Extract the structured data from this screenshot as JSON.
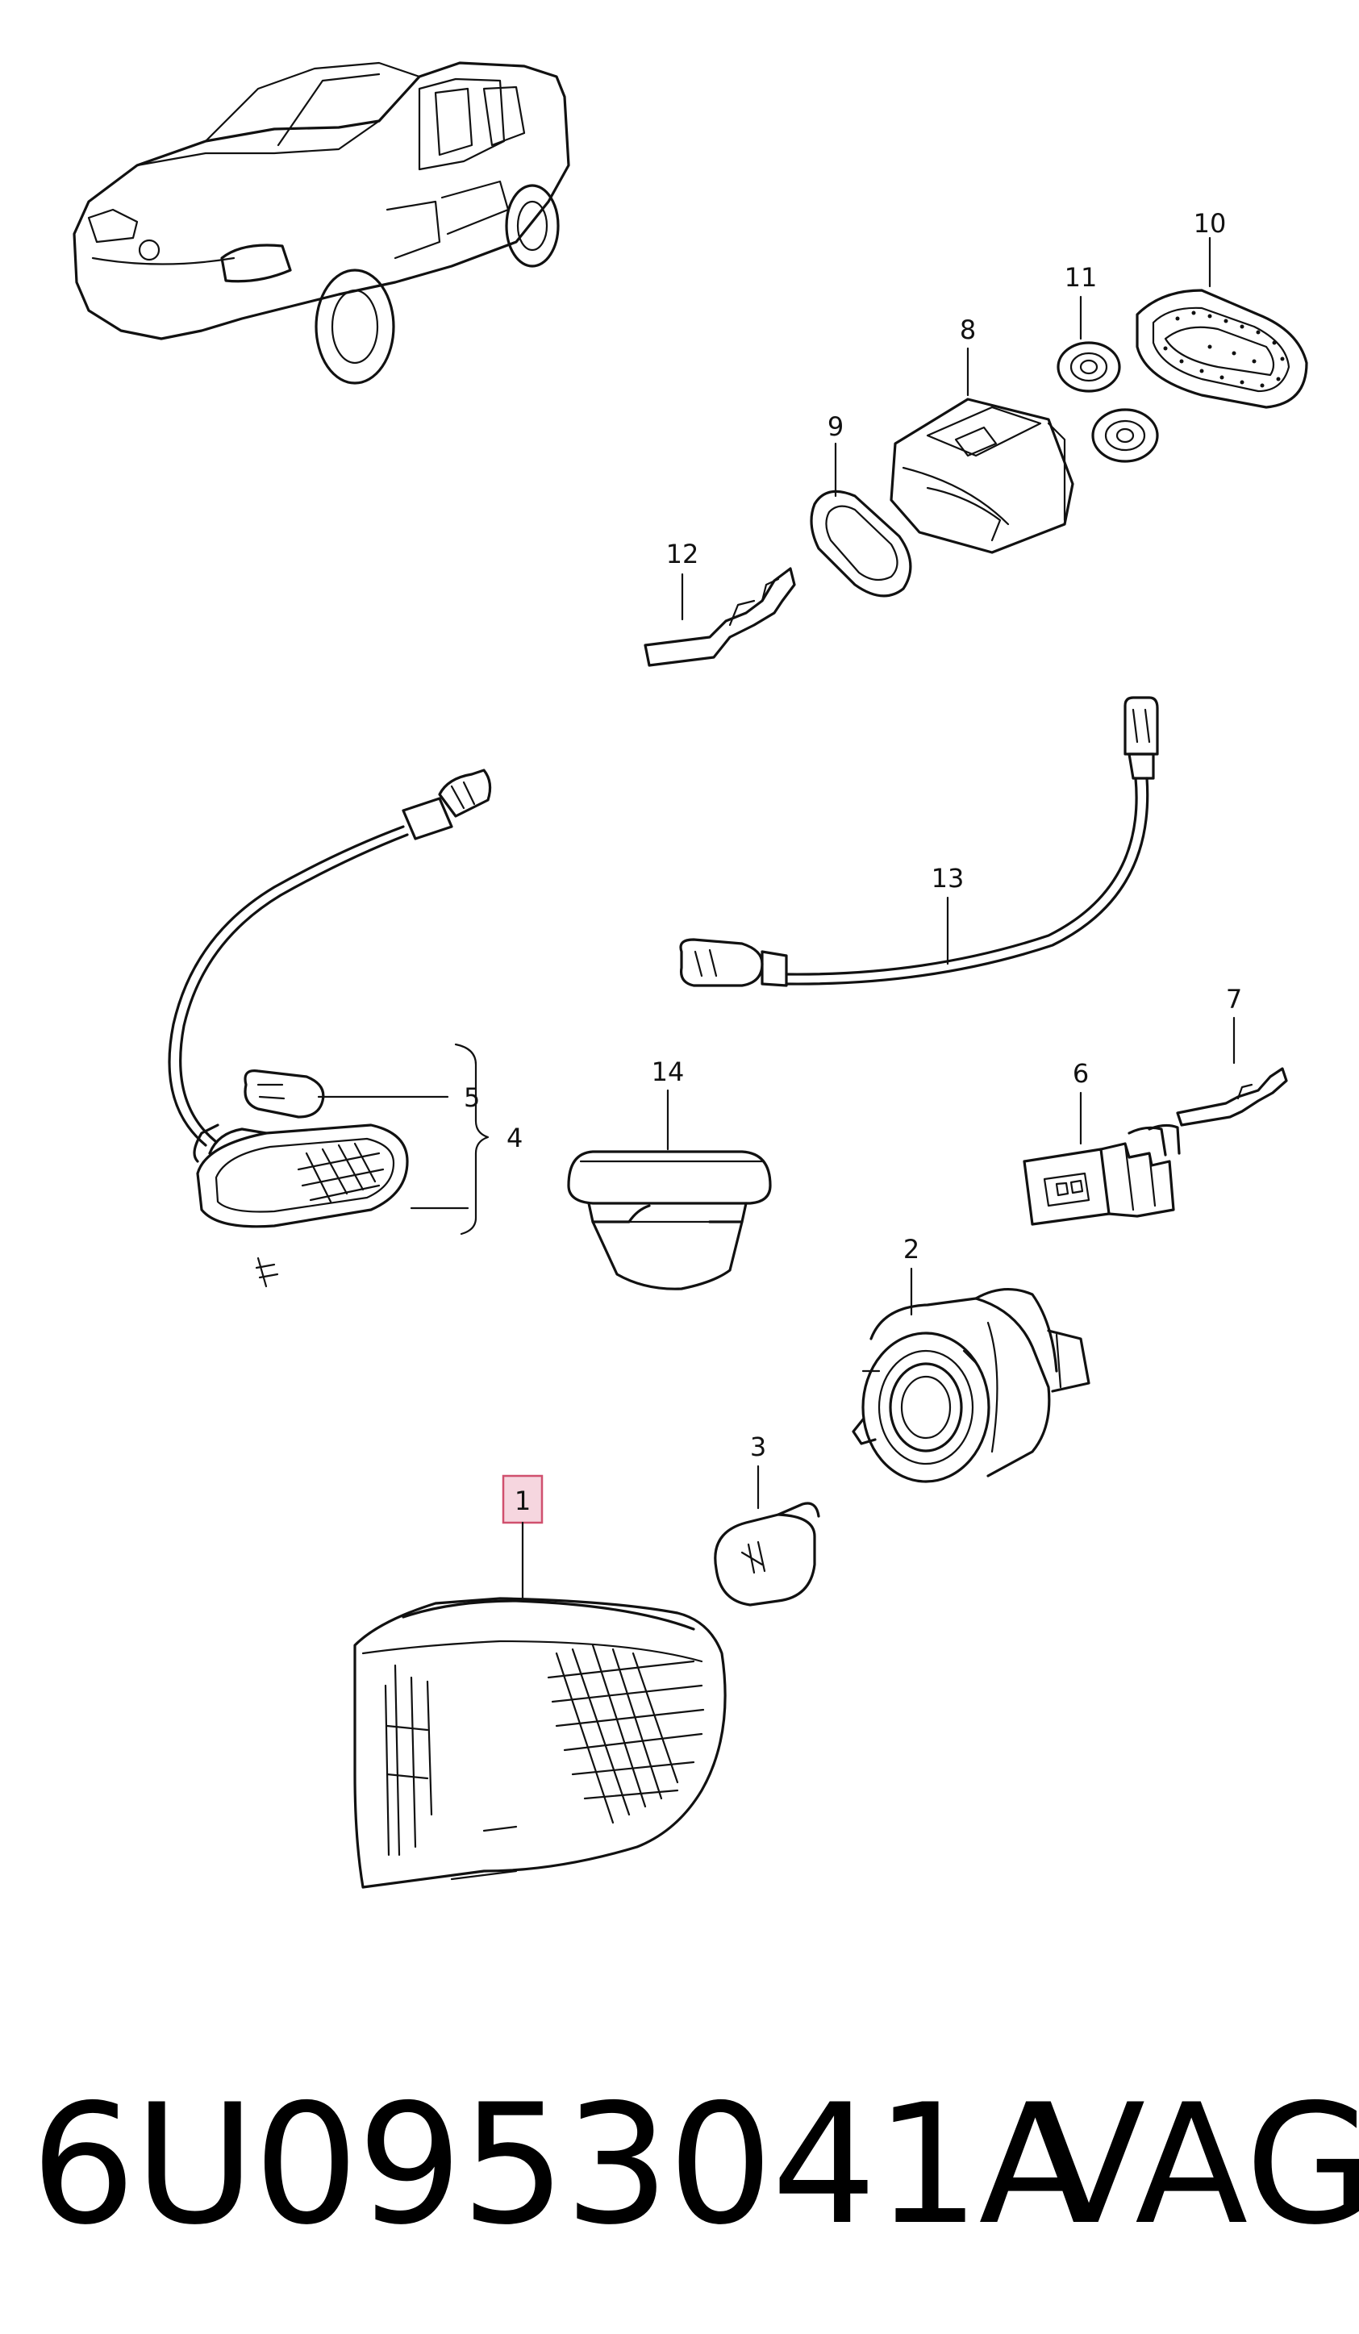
{
  "callouts": {
    "c1": "1",
    "c2": "2",
    "c3": "3",
    "c4": "4",
    "c5": "5",
    "c6": "6",
    "c7": "7",
    "c8": "8",
    "c9": "9",
    "c10": "10",
    "c11": "11",
    "c12": "12",
    "c13": "13",
    "c14": "14"
  },
  "highlighted_callout": "1",
  "footer": {
    "part_number": "6U0953041A",
    "brand": "VAG"
  },
  "colors": {
    "line": "#111111",
    "highlight_fill": "#f6d6df",
    "highlight_stroke": "#d0506e",
    "background": "#ffffff"
  }
}
